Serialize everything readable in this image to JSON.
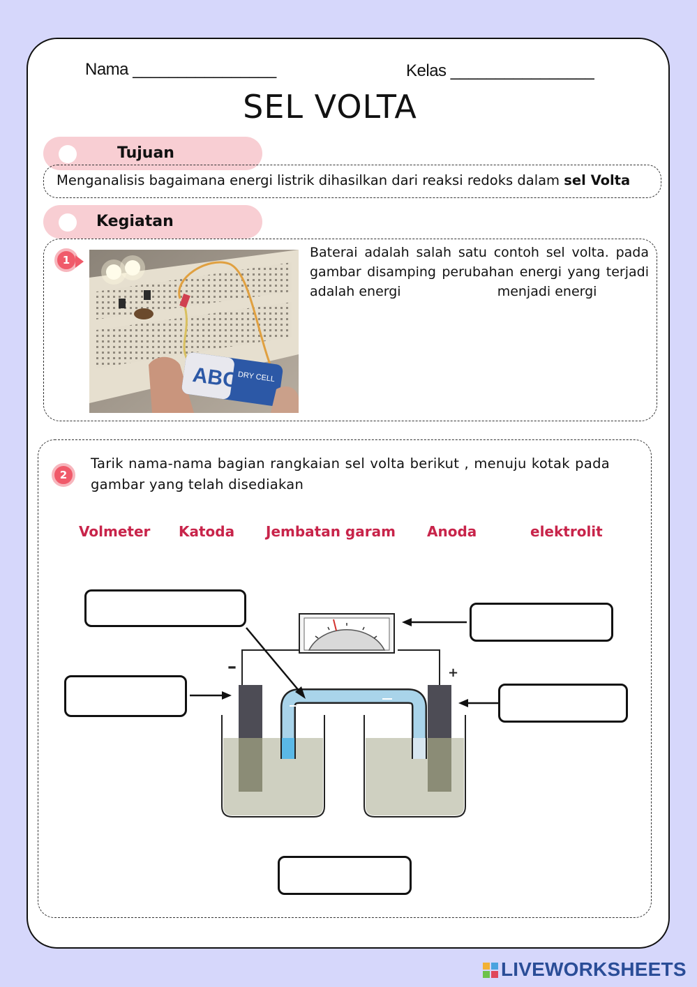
{
  "header": {
    "nama_label": "Nama ________________",
    "kelas_label": "Kelas ________________",
    "title": "SEL VOLTA"
  },
  "tujuan": {
    "heading": "Tujuan",
    "text_before_bold": "Menganalisis bagaimana energi listrik dihasilkan dari reaksi redoks dalam ",
    "text_bold": "sel Volta"
  },
  "kegiatan": {
    "heading": "Kegiatan"
  },
  "activity1": {
    "number": "1",
    "text_part1": "Baterai adalah salah satu contoh sel volta. pada gambar disamping perubahan energi yang terjadi adalah energi",
    "text_part2": "menjadi energi",
    "photo_battery_brand": "ABC",
    "photo_battery_label": "DRY CELL"
  },
  "activity2": {
    "number": "2",
    "instruction": "Tarik nama-nama bagian rangkaian sel volta berikut , menuju kotak pada gambar yang telah disediakan",
    "terms": [
      "Volmeter",
      "Katoda",
      "Jembatan garam",
      "Anoda",
      "elektrolit"
    ],
    "minus_sign": "–",
    "plus_sign": "+"
  },
  "colors": {
    "background": "#d6d7fb",
    "pill": "#f8ced3",
    "number_badge": "#f05a6a",
    "term_text": "#c8244a",
    "salt_bridge": "#a9d4ea",
    "electrolyte": "#cfd0c1",
    "electrode": "#4d4c55"
  },
  "footer": {
    "brand": "LIVEWORKSHEETS"
  }
}
